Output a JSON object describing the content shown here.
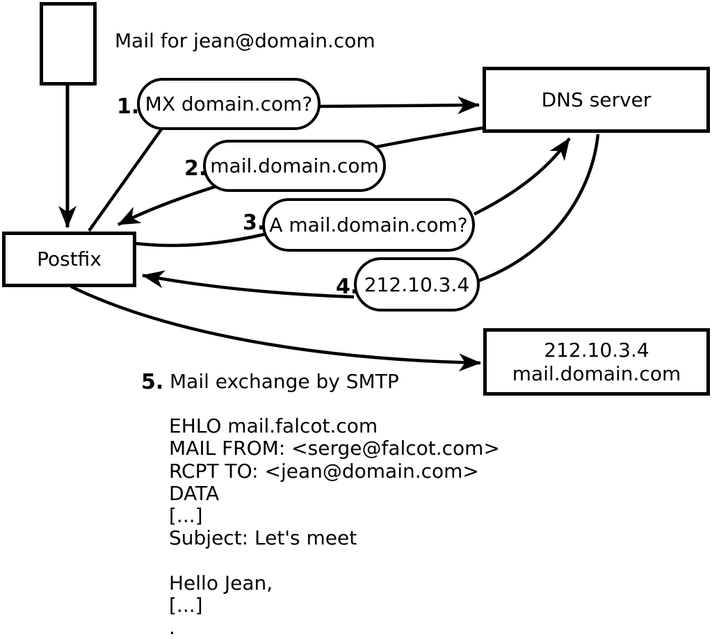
{
  "caption": "Mail for jean@domain.com",
  "nodes": {
    "postfix": "Postfix",
    "dns_server": "DNS server",
    "mail_server": {
      "ip": "212.10.3.4",
      "hostname": "mail.domain.com"
    }
  },
  "steps": [
    {
      "num": "1.",
      "text": "MX domain.com?"
    },
    {
      "num": "2.",
      "text": "mail.domain.com"
    },
    {
      "num": "3.",
      "text": "A mail.domain.com?"
    },
    {
      "num": "4.",
      "text": "212.10.3.4"
    },
    {
      "num": "5.",
      "text": "Mail exchange by SMTP"
    }
  ],
  "smtp_session": {
    "lines": [
      "EHLO mail.falcot.com",
      "MAIL FROM: <serge@falcot.com>",
      "RCPT TO: <jean@domain.com>",
      "DATA",
      "[...]",
      "Subject: Let's meet",
      "",
      "Hello Jean,",
      "[...]",
      "."
    ]
  },
  "colors": {
    "ink": "#000000",
    "background": "#ffffff"
  }
}
